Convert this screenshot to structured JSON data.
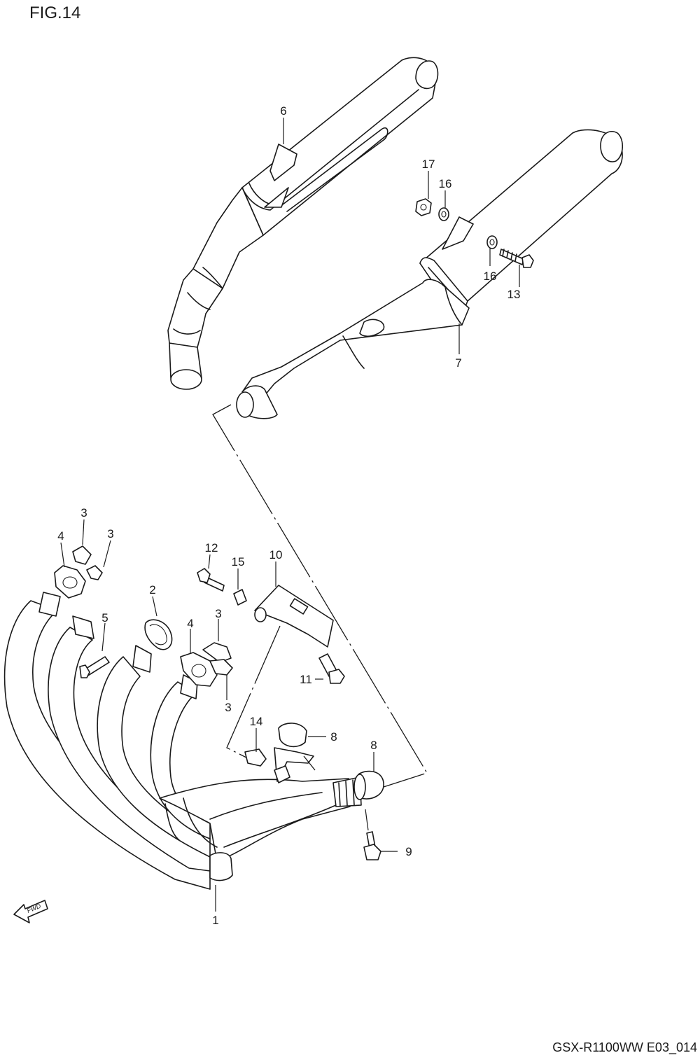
{
  "figure_title": "FIG.14",
  "footer_code": "GSX-R1100WW  E03_014",
  "fwd_label": "FWD",
  "callouts": {
    "c1": "1",
    "c2": "2",
    "c3a": "3",
    "c3b": "3",
    "c3c": "3",
    "c3d": "3",
    "c4a": "4",
    "c4b": "4",
    "c5": "5",
    "c6": "6",
    "c7": "7",
    "c8a": "8",
    "c8b": "8",
    "c9": "9",
    "c10": "10",
    "c11": "11",
    "c12": "12",
    "c13": "13",
    "c14": "14",
    "c15": "15",
    "c16a": "16",
    "c16b": "16",
    "c17": "17"
  }
}
